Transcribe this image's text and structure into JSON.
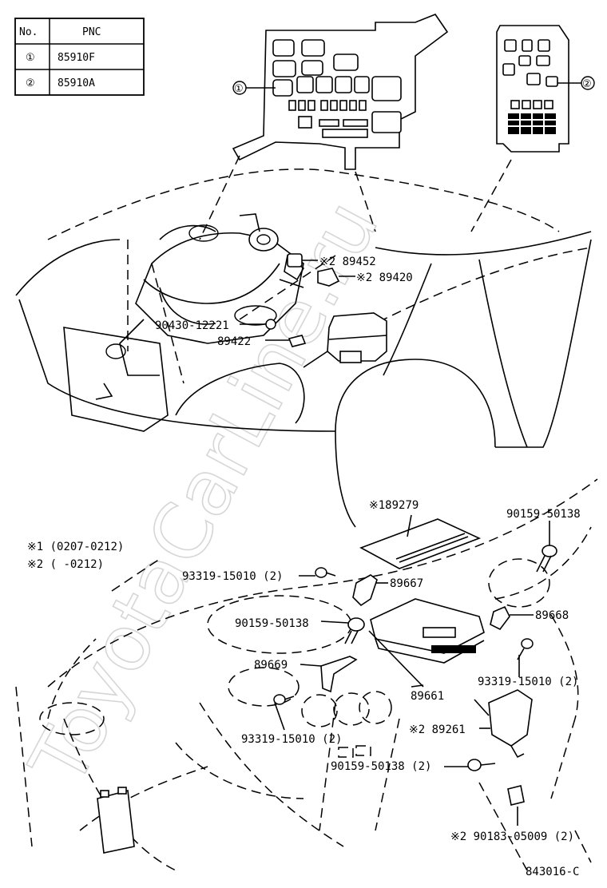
{
  "watermark": "ToyotaCarLine.ru",
  "diagram_code": "843016-C",
  "pnc_table": {
    "header_no": "No.",
    "header_pnc": "PNC",
    "rows": [
      {
        "no": "①",
        "pnc": "85910F"
      },
      {
        "no": "②",
        "pnc": "85910A"
      }
    ]
  },
  "notes": {
    "note1": "※1 (0207-0212)",
    "note2": "※2 (     -0212)"
  },
  "callouts": {
    "c1": "①",
    "c2": "②"
  },
  "labels": {
    "p89452": "※2 89452",
    "p89420": "※2 89420",
    "p90430": "90430-12221",
    "p89422": "89422",
    "p189279": "※189279",
    "p90159_a": "90159-50138",
    "p93319_a": "93319-15010 (2)",
    "p89667": "89667",
    "p90159_b": "90159-50138",
    "p89668": "89668",
    "p89669": "89669",
    "p93319_b": "93319-15010 (2)",
    "p89661": "89661",
    "p89261": "※2 89261",
    "p93319_c": "93319-15010 (2)",
    "p90159_c": "90159-50138 (2)",
    "p90183": "※2 90183-05009 (2)"
  }
}
